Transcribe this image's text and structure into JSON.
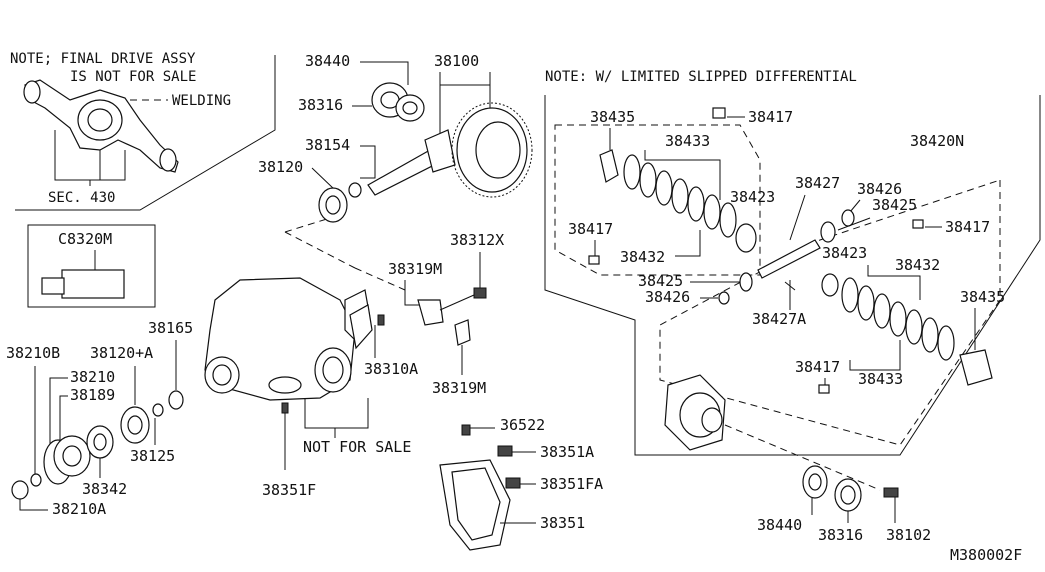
{
  "notes": {
    "final_drive_line1": "NOTE; FINAL DRIVE ASSY",
    "final_drive_line2": "IS NOT FOR SALE",
    "welding": "WELDING",
    "sec": "SEC. 430",
    "lsd": "NOTE: W/ LIMITED SLIPPED DIFFERENTIAL",
    "not_for_sale": "NOT FOR SALE",
    "tool": "C8320M",
    "figure_id": "M380002F"
  },
  "parts": {
    "p38440a": "38440",
    "p38100": "38100",
    "p38316a": "38316",
    "p38154": "38154",
    "p38120": "38120",
    "p38312x": "38312X",
    "p38319m_a": "38319M",
    "p38310a": "38310A",
    "p38319m_b": "38319M",
    "p38165": "38165",
    "p38210b": "38210B",
    "p38120a": "38120+A",
    "p38210": "38210",
    "p38189": "38189",
    "p38125": "38125",
    "p38342": "38342",
    "p38210a": "38210A",
    "p38351f": "38351F",
    "p36522": "36522",
    "p38351a": "38351A",
    "p38351fa": "38351FA",
    "p38351": "38351",
    "p38435a": "38435",
    "p38433a": "38433",
    "p38417a": "38417",
    "p38420n": "38420N",
    "p38423a": "38423",
    "p38427": "38427",
    "p38426a": "38426",
    "p38425a": "38425",
    "p38417b": "38417",
    "p38417c": "38417",
    "p38432a": "38432",
    "p38425b": "38425",
    "p38426b": "38426",
    "p38427a": "38427A",
    "p38423b": "38423",
    "p38432b": "38432",
    "p38435b": "38435",
    "p38417d": "38417",
    "p38433b": "38433",
    "p38440b": "38440",
    "p38316b": "38316",
    "p38102": "38102"
  }
}
